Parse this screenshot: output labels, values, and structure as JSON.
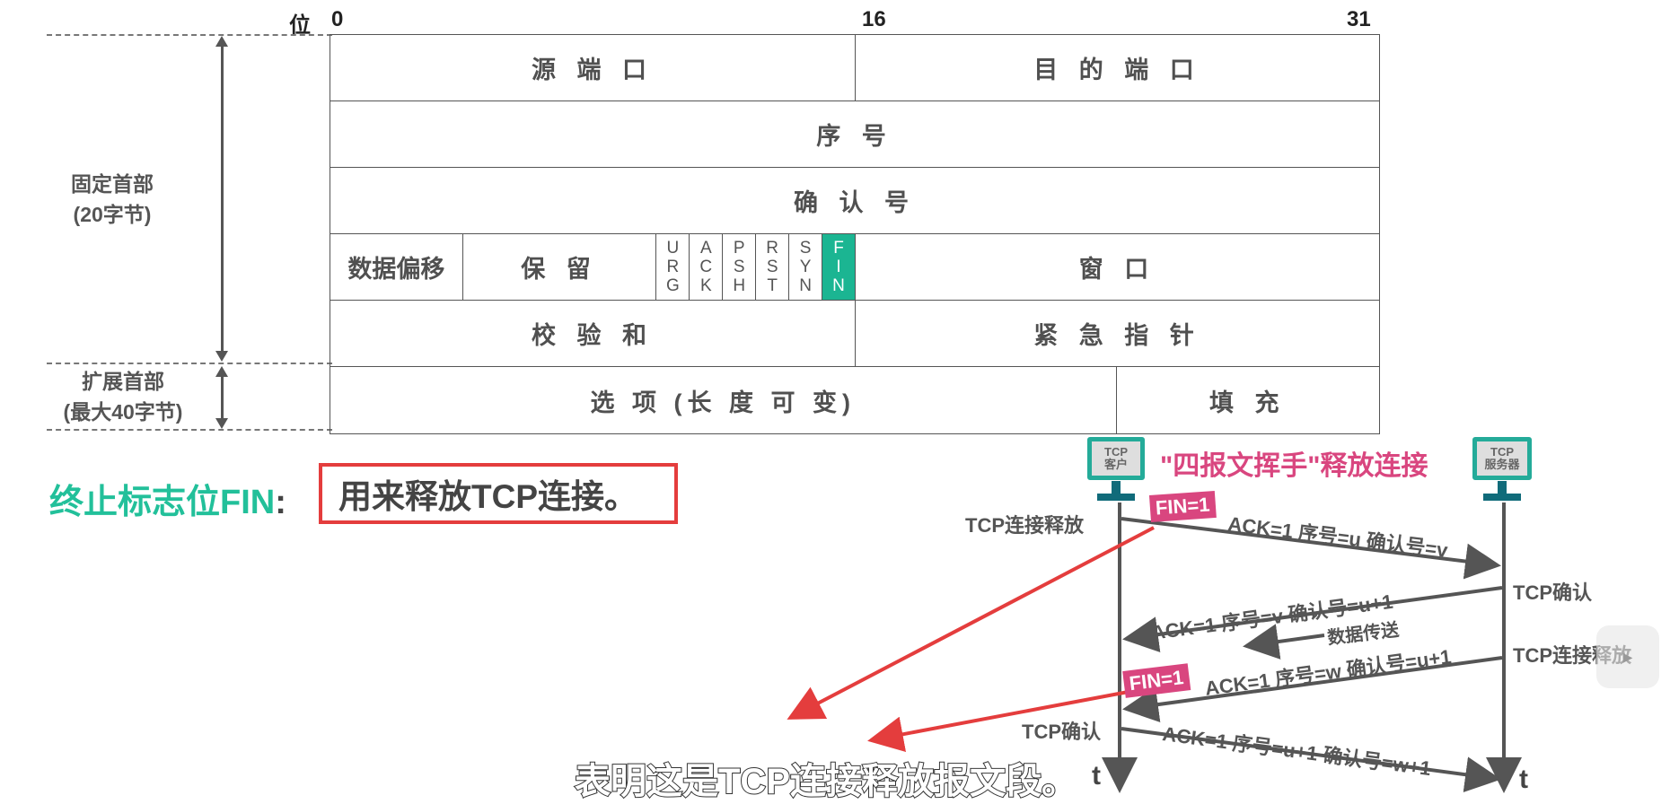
{
  "bits": {
    "label": "位",
    "b0": "0",
    "b16": "16",
    "b31": "31"
  },
  "side": {
    "fixed_line1": "固定首部",
    "fixed_line2": "(20字节)",
    "ext_line1": "扩展首部",
    "ext_line2": "(最大40字节)"
  },
  "header": {
    "src_port": "源 端 口",
    "dst_port": "目 的 端 口",
    "seq": "序 号",
    "ack_no": "确 认 号",
    "data_offset": "数据偏移",
    "reserved": "保 留",
    "flags": [
      {
        "letters": [
          "U",
          "R",
          "G"
        ]
      },
      {
        "letters": [
          "A",
          "C",
          "K"
        ]
      },
      {
        "letters": [
          "P",
          "S",
          "H"
        ]
      },
      {
        "letters": [
          "R",
          "S",
          "T"
        ]
      },
      {
        "letters": [
          "S",
          "Y",
          "N"
        ]
      },
      {
        "letters": [
          "F",
          "I",
          "N"
        ],
        "highlight": true
      }
    ],
    "window": "窗 口",
    "checksum": "校 验 和",
    "urgent": "紧 急 指 针",
    "options": "选 项 (长 度 可 变)",
    "padding": "填 充"
  },
  "explain": {
    "title": "终止标志位FIN",
    "colon": ":",
    "desc": "用来释放TCP连接。"
  },
  "seq_diagram": {
    "title": "\"四报文挥手\"释放连接",
    "client": [
      "TCP",
      "客户"
    ],
    "server": [
      "TCP",
      "服务器"
    ],
    "events": {
      "client_release": "TCP连接释放",
      "server_ack": "TCP确认",
      "server_release": "TCP连接释放",
      "client_ack": "TCP确认",
      "data_transfer": "数据传送"
    },
    "messages": {
      "m1_tag": "FIN=1",
      "m1": "ACK=1  序号=u  确认号=v",
      "m2": "ACK=1  序号=v  确认号=u+1",
      "m3_tag": "FIN=1",
      "m3": "ACK=1  序号=w  确认号=u+1",
      "m4": "ACK=1  序号=u+1  确认号=w+1"
    },
    "time_label": "t"
  },
  "caption": "表明这是TCP连接释放报文段。",
  "colors": {
    "teal": "#1bb592",
    "pink": "#d9467f",
    "red": "#e43d3d"
  }
}
